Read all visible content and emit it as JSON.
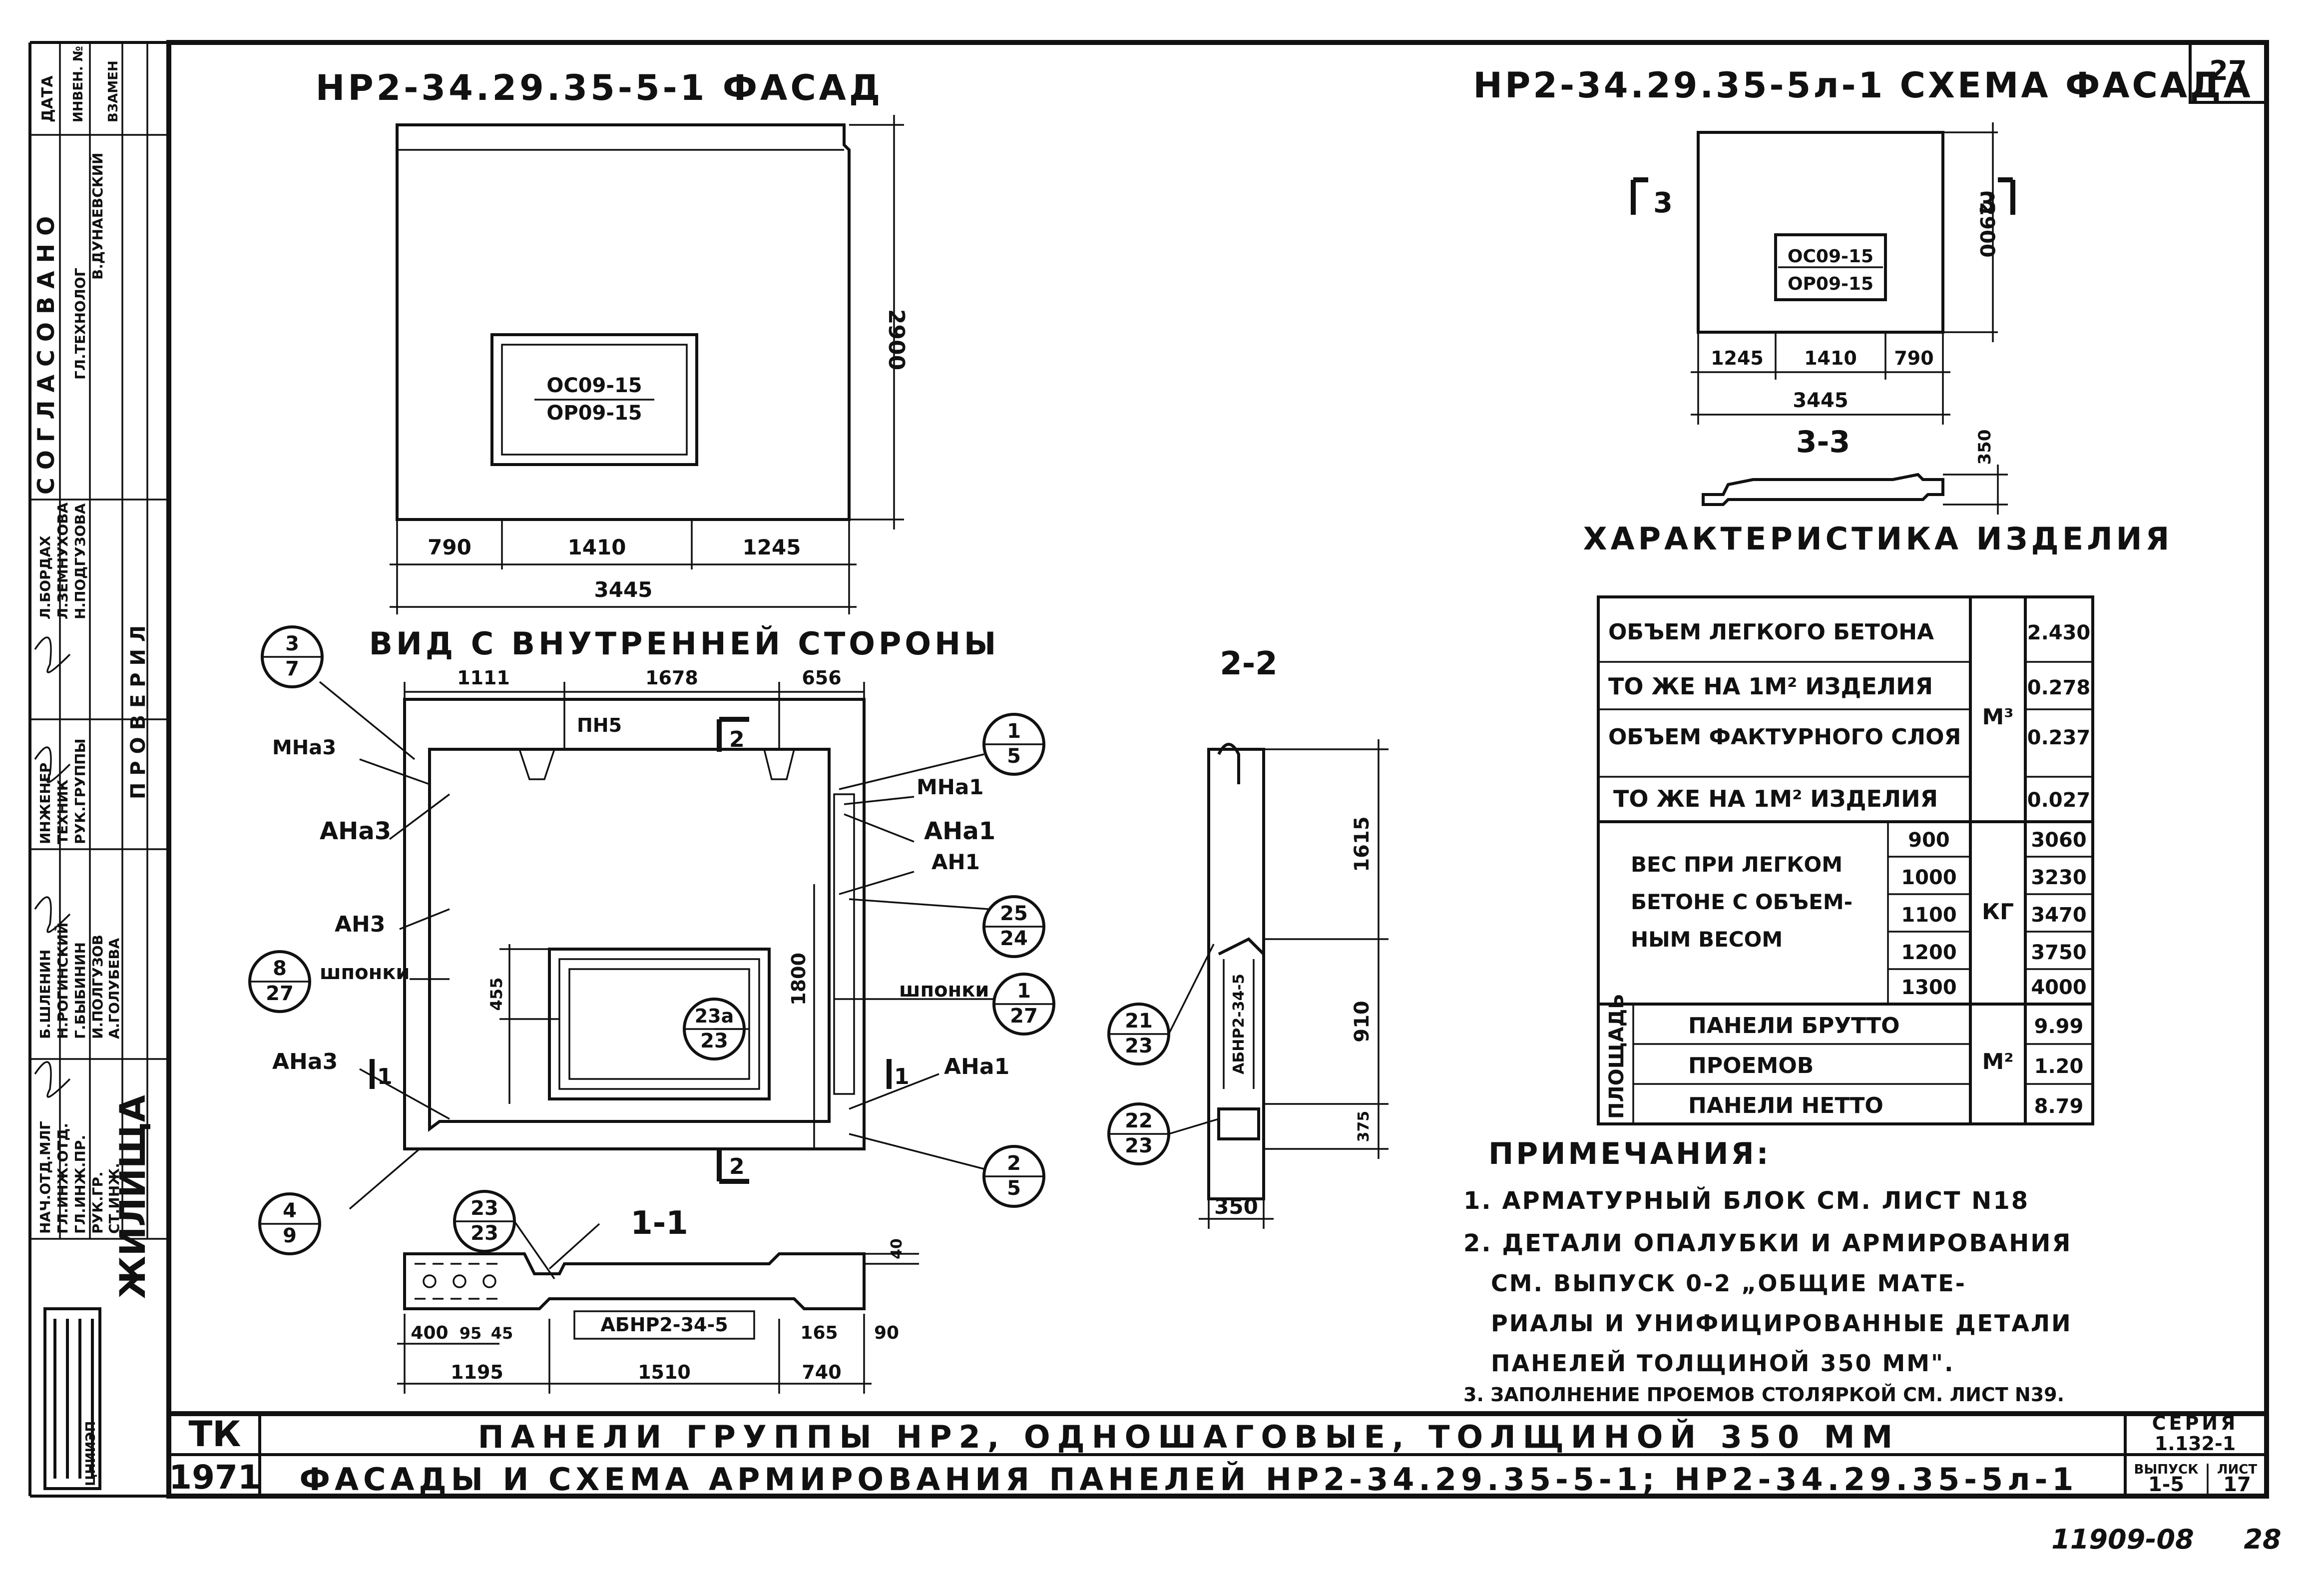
{
  "sheet_no": "27",
  "facade": {
    "title": "НР2-34.29.35-5-1 ФАСАД",
    "window_top": "ОС09-15",
    "window_bottom": "ОР09-15",
    "dim_height": "2900",
    "dims": [
      "790",
      "1410",
      "1245"
    ],
    "total": "3445"
  },
  "scheme": {
    "title": "НР2-34.29.35-5л-1 СХЕМА ФАСАДА",
    "win_top": "ОС09-15",
    "win_bottom": "ОР09-15",
    "dim_height": "2900",
    "dims": [
      "1245",
      "1410",
      "790"
    ],
    "total": "3445",
    "cut_left": "3",
    "cut_right": "3",
    "section_title": "3-3",
    "section_dim": "350"
  },
  "inner_view": {
    "title": "ВИД С ВНУТРЕННЕЙ СТОРОНЫ",
    "top_dims": [
      "1111",
      "1678",
      "656"
    ],
    "pn": "ПН5",
    "cut2": "2",
    "cut1": "1",
    "labels": {
      "mna3": "МНа3",
      "ana3_top": "АНа3",
      "an3": "АН3",
      "shponki_left": "шпонки",
      "ana3_bot": "АНа3",
      "mna1": "МНа1",
      "ana1_top": "АНа1",
      "an1": "АН1",
      "shponki_right": "шпонки",
      "ana1_bot": "АНа1"
    },
    "dim_455": "455",
    "dim_1800": "1800",
    "bubbles": [
      {
        "top": "3",
        "bot": "7"
      },
      {
        "top": "1",
        "bot": "5"
      },
      {
        "top": "25",
        "bot": "24"
      },
      {
        "top": "1",
        "bot": "27"
      },
      {
        "top": "8",
        "bot": "27"
      },
      {
        "top": "23а",
        "bot": "23"
      },
      {
        "top": "2",
        "bot": "5"
      },
      {
        "top": "4",
        "bot": "9"
      }
    ]
  },
  "section22": {
    "title": "2-2",
    "dims": [
      "1615",
      "910",
      "375"
    ],
    "width": "350",
    "block": "АБНР2-34-5",
    "bubbles": [
      {
        "top": "21",
        "bot": "23"
      },
      {
        "top": "22",
        "bot": "23"
      }
    ]
  },
  "section11": {
    "title": "1-1",
    "bubble": {
      "top": "23",
      "bot": "23"
    },
    "block": "АБНР2-34-5",
    "dim_top": "40",
    "dims_a": [
      "400",
      "95",
      "45"
    ],
    "dims_b": [
      "165",
      "90"
    ],
    "dims_c": [
      "1195",
      "1510",
      "740"
    ]
  },
  "spec": {
    "title": "ХАРАКТЕРИСТИКА ИЗДЕЛИЯ",
    "rows": [
      {
        "label": "ОБЪЕМ ЛЕГКОГО БЕТОНА",
        "value": "2.430"
      },
      {
        "label": "ТО ЖЕ НА 1М² ИЗДЕЛИЯ",
        "value": "0.278"
      },
      {
        "label": "ОБЪЕМ ФАКТУРНОГО СЛОЯ",
        "value": "0.237"
      },
      {
        "label": "ТО ЖЕ НА 1М² ИЗДЕЛИЯ",
        "value": "0.027"
      }
    ],
    "unit_m3": "М³",
    "weight_label_1": "ВЕС ПРИ ЛЕГКОМ",
    "weight_label_2": "БЕТОНЕ С ОБЪЕМ-",
    "weight_label_3": "НЫМ ВЕСОМ",
    "weight_unit": "КГ",
    "weights": [
      {
        "density": "900",
        "value": "3060"
      },
      {
        "density": "1000",
        "value": "3230"
      },
      {
        "density": "1100",
        "value": "3470"
      },
      {
        "density": "1200",
        "value": "3750"
      },
      {
        "density": "1300",
        "value": "4000"
      }
    ],
    "area_label": "ПЛОЩАДЬ",
    "areas": [
      {
        "label": "ПАНЕЛИ БРУТТО",
        "value": "9.99"
      },
      {
        "label": "ПРОЕМОВ",
        "value": "1.20"
      },
      {
        "label": "ПАНЕЛИ НЕТТО",
        "value": "8.79"
      }
    ],
    "unit_m2": "М²"
  },
  "notes": {
    "title": "ПРИМЕЧАНИЯ:",
    "lines": [
      "1. АРМАТУРНЫЙ БЛОК СМ. ЛИСТ N18",
      "2. ДЕТАЛИ ОПАЛУБКИ И АРМИРОВАНИЯ",
      "СМ. ВЫПУСК 0-2 „ОБЩИЕ МАТЕ-",
      "РИАЛЫ И УНИФИЦИРОВАННЫЕ ДЕТАЛИ",
      "ПАНЕЛЕЙ ТОЛЩИНОЙ 350 ММ\".",
      "3. ЗАПОЛНЕНИЕ ПРОЕМОВ СТОЛЯРКОЙ СМ. ЛИСТ N39."
    ]
  },
  "stamp": {
    "org": "ЖИЛИЩА",
    "logo": "ЦНИИЭП",
    "tk": "ТК",
    "year": "1971",
    "line1": "ПАНЕЛИ ГРУППЫ НР2, ОДНОШАГОВЫЕ, ТОЛЩИНОЙ 350 ММ",
    "line2": "ФАСАДЫ И СХЕМА АРМИРОВАНИЯ ПАНЕЛЕЙ НР2-34.29.35-5-1; НР2-34.29.35-5л-1",
    "series_label": "СЕРИЯ",
    "series": "1.132-1",
    "issue_label": "ВЫПУСК",
    "issue": "1-5",
    "sheet_label": "ЛИСТ",
    "sheet": "17"
  },
  "approvals": {
    "agreed": "С О Г Л А С О В А Н О",
    "checked": "П Р О В Е Р И Л",
    "headers": [
      "ДАТА",
      "ИНВЕН. №",
      "ВЗАМЕН"
    ],
    "rows": [
      "НАЧ.ОТД.МЛГ",
      "ГЛ.ИНЖ.ОТД.",
      "ГЛ.ИНЖ.ПР.",
      "РУК.ГР.",
      "СТ.ИНЖ.",
      "Б.ШЛЕНИН",
      "Н.РОГИНСКИЙ",
      "Г.БЫБИНИН",
      "И.ПОЛГУЗОВ",
      "А.ГОЛУБЕВА",
      "ИНЖЕНЕР",
      "ТЕХНИК",
      "РУК.ГРУППЫ",
      "Л.БОРДАХ",
      "Л.ЗЕМНУХОВА",
      "Н.ПОДГУЗОВА",
      "ГЛ.ТЕХНОЛОГ",
      "В.ДУНАЕВСКИЙ"
    ]
  },
  "footer": {
    "archive": "11909-08",
    "page": "28"
  }
}
